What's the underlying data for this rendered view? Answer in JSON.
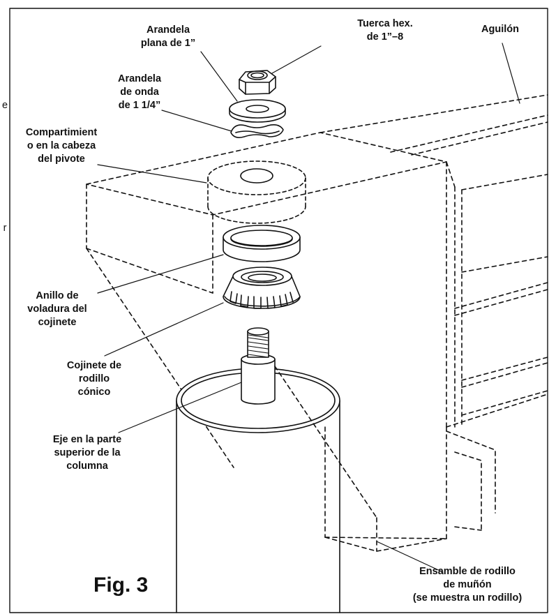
{
  "labels": {
    "flat_washer": "Arandela\nplana de 1”",
    "hex_nut": "Tuerca hex.\nde 1”–8",
    "boom": "Aguilón",
    "wave_washer": "Arandela\nde onda\nde 1 1/4”",
    "pivot_compartment": "Compartimient\no en la cabeza\ndel pivote",
    "bearing_race": "Anillo de\nvoladura del\ncojinete",
    "tapered_bearing": "Cojinete de\nrodillo\ncónico",
    "column_shaft": "Eje en la parte\nsuperior de la\ncolumna",
    "trunnion_roller": "Ensamble de rodillo\nde muñón\n(se muestra un rodillo)",
    "figure_caption": "Fig. 3",
    "margin_fragment_1": "e",
    "margin_fragment_2": "r"
  },
  "colors": {
    "line": "#111111",
    "background": "#ffffff"
  }
}
